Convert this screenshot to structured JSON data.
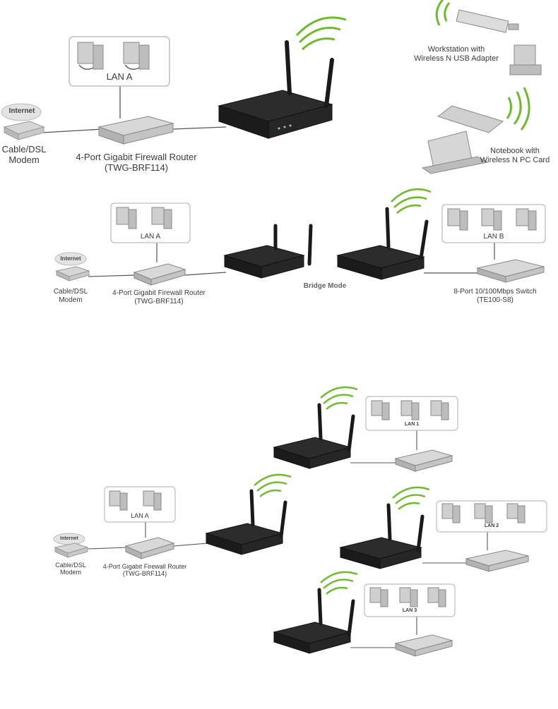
{
  "diagram1": {
    "cloud": "Internet",
    "modem": [
      "Cable/DSL",
      "Modem"
    ],
    "lan": "LAN A",
    "router": [
      "4-Port Gigabit Firewall Router",
      "(TWG-BRF114)"
    ],
    "workstation": [
      "Workstation with",
      "Wireless N USB Adapter"
    ],
    "notebook": [
      "Notebook with",
      "Wireless N PC Card"
    ]
  },
  "diagram2": {
    "cloud": "Internet",
    "modem": [
      "Cable/DSL",
      "Modem"
    ],
    "lan_a": "LAN A",
    "lan_b": "LAN B",
    "router": [
      "4-Port Gigabit Firewall Router",
      "(TWG-BRF114)"
    ],
    "bridge": "Bridge Mode",
    "switch": [
      "8-Port 10/100Mbps Switch",
      "(TE100-S8)"
    ]
  },
  "diagram3": {
    "cloud": "Internet",
    "modem": [
      "Cable/DSL",
      "Modem"
    ],
    "lan_a": "LAN A",
    "router": [
      "4-Port Gigabit Firewall Router",
      "(TWG-BRF114)"
    ],
    "lan1": "LAN 1",
    "lan2": "LAN 2",
    "lan3": "LAN 3"
  }
}
